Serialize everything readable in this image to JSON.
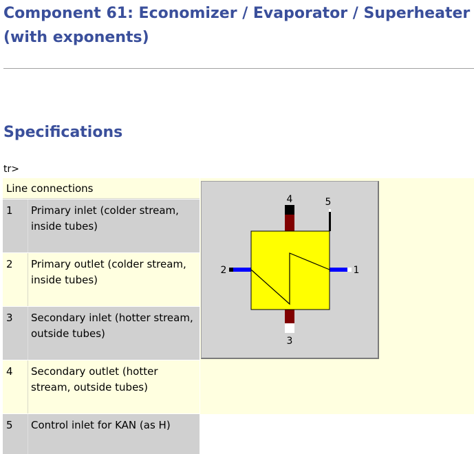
{
  "page": {
    "title": "Component 61: Economizer / Evaporator / Superheater (with exponents)",
    "section_heading": "Specifications",
    "stray_text": "tr>"
  },
  "table": {
    "header": "Line connections",
    "rows": [
      {
        "num": "1",
        "text": "Primary inlet (colder stream, inside tubes)"
      },
      {
        "num": "2",
        "text": "Primary outlet (colder stream, inside tubes)"
      },
      {
        "num": "3",
        "text": "Secondary inlet (hotter stream, outside tubes)"
      },
      {
        "num": "4",
        "text": "Secondary outlet (hotter stream, outside tubes)"
      },
      {
        "num": "5",
        "text": "Control inlet for KAN (as H)"
      }
    ]
  },
  "diagram": {
    "port_labels": {
      "p1": "1",
      "p2": "2",
      "p3": "3",
      "p4": "4",
      "p5": "5"
    },
    "colors": {
      "body": "#ffff00",
      "primary_line": "#0000ff",
      "secondary_line": "#800000",
      "control_line": "#000000",
      "background": "#d3d3d3"
    }
  },
  "colors": {
    "heading": "#3a4f9b",
    "row_light": "#ffffe0",
    "row_dark": "#d0d0d0"
  }
}
